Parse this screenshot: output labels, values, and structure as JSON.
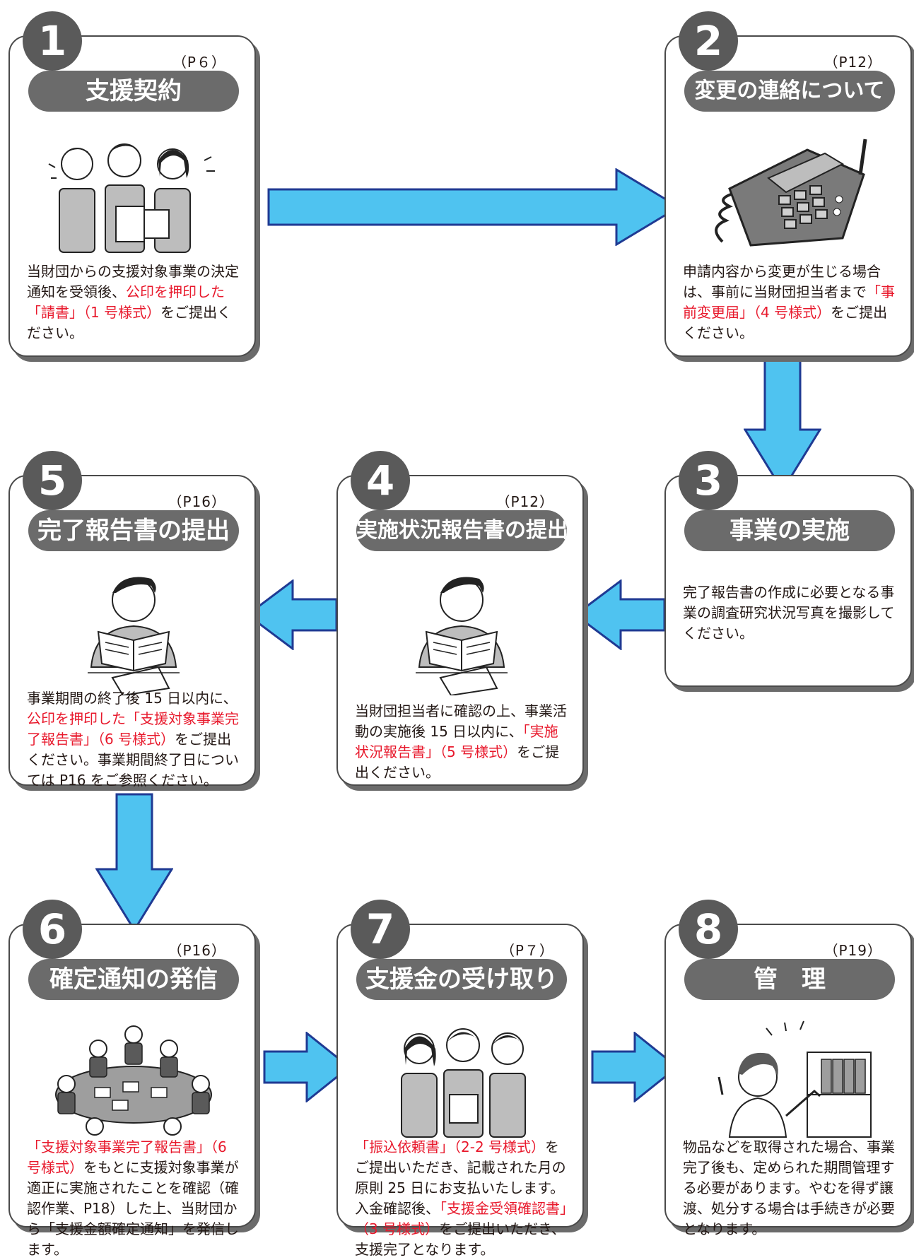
{
  "accent_color": "#4fc3f0",
  "highlight_color": "#e8192c",
  "steps": [
    {
      "number": "1",
      "page": "（P６）",
      "title": "支援契約",
      "desc_a": "当財団からの支援対象事業の決定通知を受領後、",
      "desc_r": "公印を押印した「請書」（1 号様式）",
      "desc_b": "をご提出ください。"
    },
    {
      "number": "2",
      "page": "（P12）",
      "title": "変更の連絡について",
      "desc_a": "申請内容から変更が生じる場合は、事前に当財団担当者まで",
      "desc_r": "「事前変更届」（4 号様式）",
      "desc_b": "をご提出ください。"
    },
    {
      "number": "3",
      "page": "",
      "title": "事業の実施",
      "desc_a": "完了報告書の作成に必要となる事業の調査研究状況写真を撮影してください。",
      "desc_r": "",
      "desc_b": ""
    },
    {
      "number": "4",
      "page": "（P12）",
      "title": "実施状況報告書の提出",
      "desc_a": "当財団担当者に確認の上、事業活動の実施後 15 日以内に、",
      "desc_r": "「実施状況報告書」（5 号様式）",
      "desc_b": "をご提出ください。"
    },
    {
      "number": "5",
      "page": "（P16）",
      "title": "完了報告書の提出",
      "desc_a": "事業期間の終了後 15 日以内に、",
      "desc_r": "公印を押印した「支援対象事業完了報告書」（6 号様式）",
      "desc_b": "をご提出ください。事業期間終了日については P16 をご参照ください。"
    },
    {
      "number": "6",
      "page": "（P16）",
      "title": "確定通知の発信",
      "desc_a": "",
      "desc_r": "「支援対象事業完了報告書」（6 号様式）",
      "desc_b": "をもとに支援対象事業が適正に実施されたことを確認（確認作業、P18）した上、当財団から「支援金額確定通知」を発信します。"
    },
    {
      "number": "7",
      "page": "（P７）",
      "title": "支援金の受け取り",
      "desc_a": "",
      "desc_r": "「振込依頼書」（2-2 号様式）",
      "desc_b": "をご提出いただき、記載された月の原則 25 日にお支払いたします。入金確認後、",
      "desc_r2": "「支援金受領確認書」（3 号様式）",
      "desc_c": "をご提出いただき、支援完了となります。"
    },
    {
      "number": "8",
      "page": "（P19）",
      "title": "管　理",
      "desc_a": "物品などを取得された場合、事業完了後も、定められた期間管理する必要があります。やむを得ず譲渡、処分する場合は手続きが必要となります。",
      "desc_r": "",
      "desc_b": ""
    }
  ]
}
